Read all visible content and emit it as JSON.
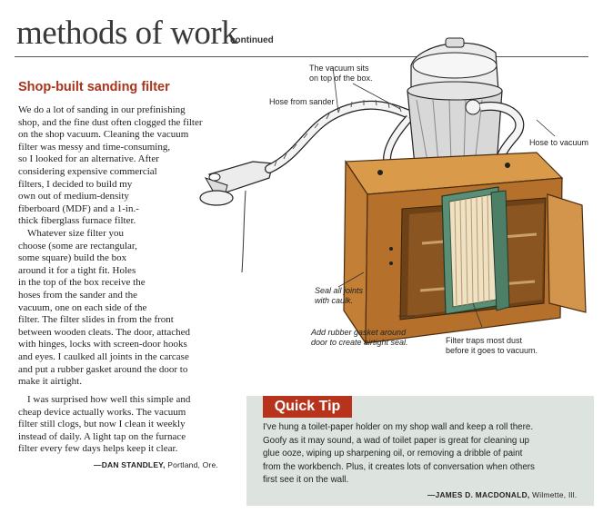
{
  "header": {
    "title": "methods of work",
    "subtitle": "continued"
  },
  "article": {
    "title": "Shop-built sanding filter",
    "paragraph1_lines": [
      "We do a lot of sanding in our prefinishing",
      "shop, and the fine dust often clogged the filter",
      "on the shop vacuum. Cleaning the vacuum",
      "filter was messy and time-consuming,",
      "so I looked for an alternative. After",
      "considering expensive commercial",
      "filters, I decided to build my",
      "own out of medium-density",
      "fiberboard (MDF) and a 1-in.-",
      "thick fiberglass furnace filter."
    ],
    "paragraph2_lines": [
      "Whatever size filter you",
      "choose (some are rectangular,",
      "some square) build the box",
      "around it for a tight fit. Holes",
      "in the top of the box receive the",
      "hoses from the sander and the",
      "vacuum, one on each side of the",
      "filter. The filter slides in from the front",
      "between wooden cleats. The door, attached",
      "with hinges, locks with screen-door hooks",
      "and eyes. I caulked all joints in the carcase",
      "and put a rubber gasket around the door to",
      "make it airtight."
    ],
    "paragraph3_lines": [
      "I was surprised how well this simple and",
      "cheap device actually works. The vacuum",
      "filter still clogs, but now I clean it weekly",
      "instead of daily. A light tap on the furnace",
      "filter every few days helps keep it clear."
    ],
    "author": "—DAN STANDLEY,",
    "location": "Portland, Ore."
  },
  "illustration": {
    "callouts": {
      "vacuum_sits": [
        "The vacuum sits",
        "on top of the box."
      ],
      "hose_from_sander": "Hose from sander",
      "hose_to_vacuum": "Hose to vacuum",
      "seal_joints": [
        "Seal all joints",
        "with caulk."
      ],
      "gasket": [
        "Add rubber gasket around",
        "door to create airtight seal."
      ],
      "filter_traps": [
        "Filter traps most dust",
        "before it goes to vacuum."
      ]
    }
  },
  "quick_tip": {
    "title": "Quick Tip",
    "lines": [
      "I've hung a toilet-paper holder on my shop wall and keep a roll there.",
      "Goofy as it may sound, a wad of toilet paper is great for cleaning up",
      "glue ooze, wiping up sharpening oil, or removing a dribble of paint",
      "from the workbench. Plus, it creates lots of conversation when others",
      "first see it on the wall."
    ],
    "author": "—JAMES D. MACDONALD,",
    "location": "Wilmette, Ill."
  }
}
